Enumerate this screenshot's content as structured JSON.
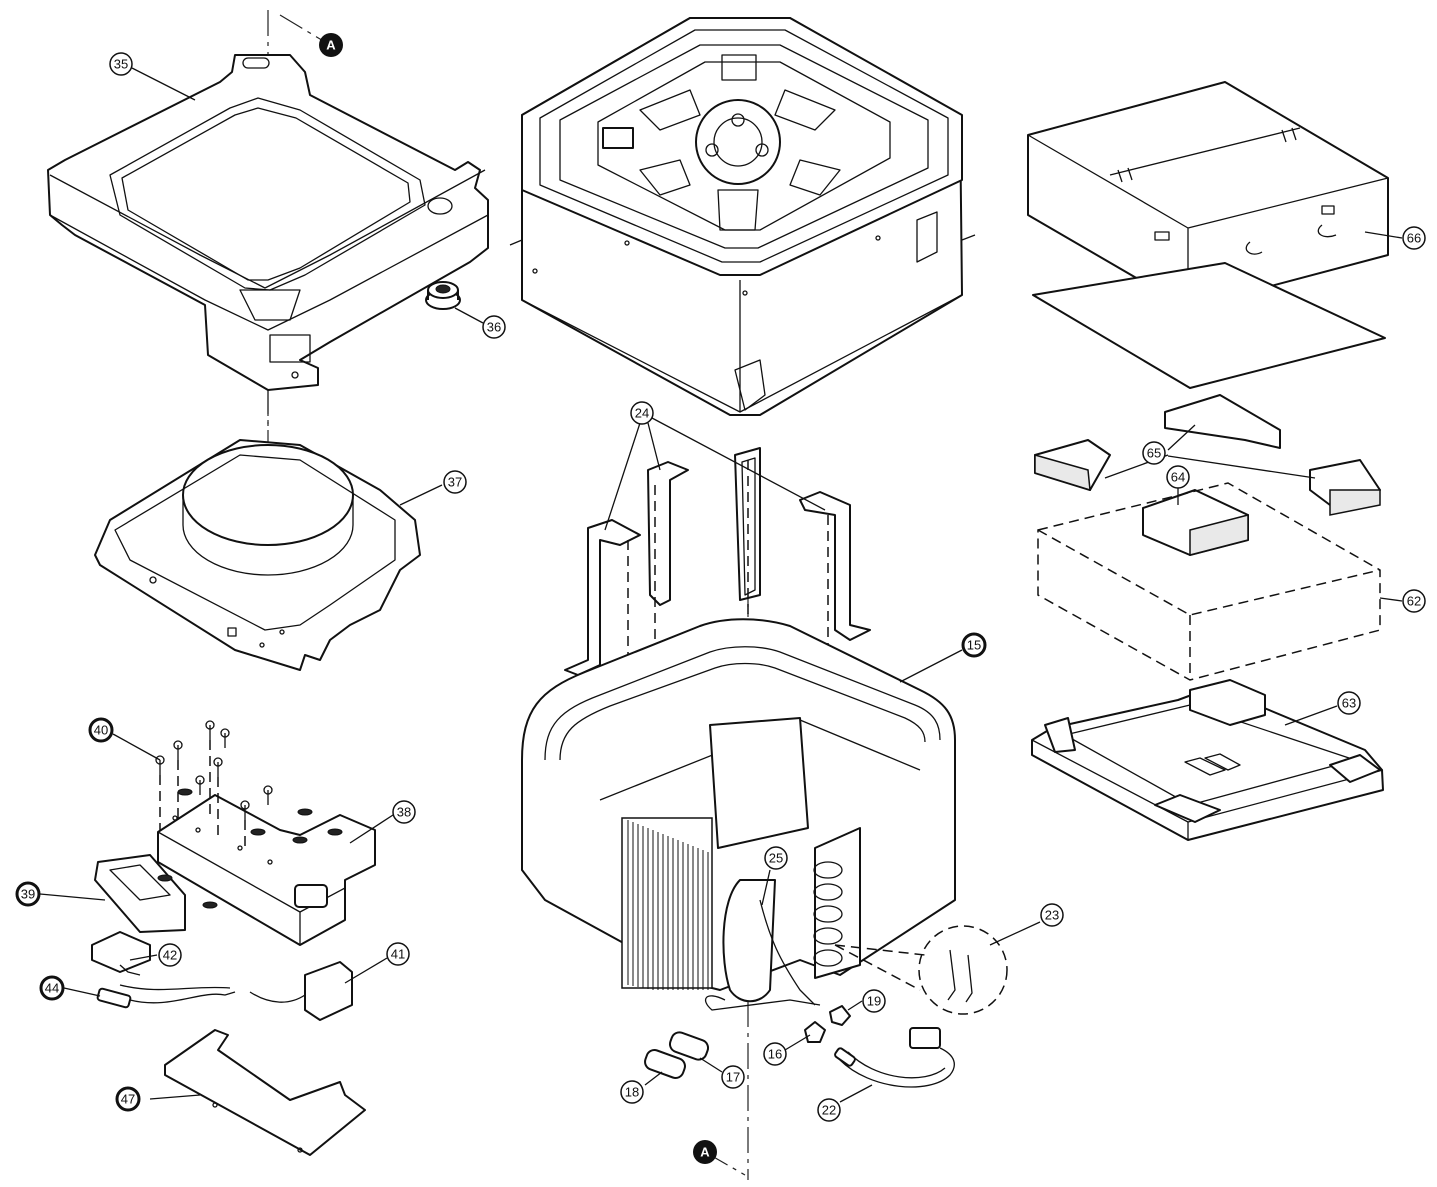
{
  "markers": {
    "section_top": "A",
    "section_bottom": "A"
  },
  "callouts": {
    "p15": "15",
    "p16": "16",
    "p17": "17",
    "p18": "18",
    "p19": "19",
    "p22": "22",
    "p23": "23",
    "p24": "24",
    "p25": "25",
    "p35": "35",
    "p36": "36",
    "p37": "37",
    "p38": "38",
    "p39": "39",
    "p40": "40",
    "p41": "41",
    "p42": "42",
    "p44": "44",
    "p47": "47",
    "p62": "62",
    "p63": "63",
    "p64": "64",
    "p65": "65",
    "p66": "66"
  },
  "colors": {
    "line": "#111111",
    "background": "#ffffff",
    "shade": "#e9e9e9"
  }
}
